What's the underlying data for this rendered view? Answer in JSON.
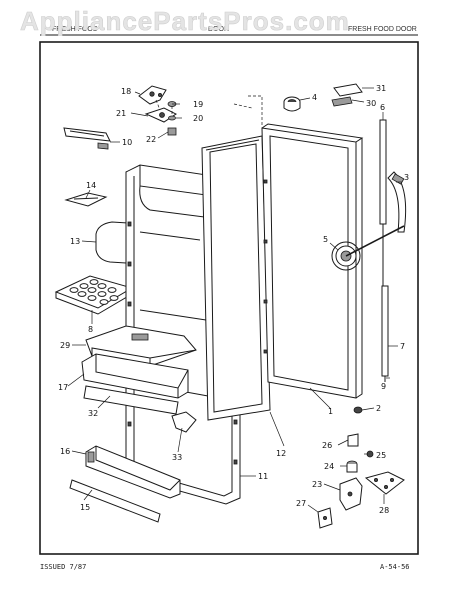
{
  "watermark": "AppliancePartsPros.com",
  "header": {
    "left": "FRESH FOOD",
    "center": "DOOR",
    "right": "FRESH FOOD DOOR"
  },
  "footer": {
    "issued": "ISSUED 7/87",
    "code": "A-54-56"
  },
  "callouts": {
    "c1": "1",
    "c2": "2",
    "c3": "3",
    "c4": "4",
    "c5": "5",
    "c6": "6",
    "c7": "7",
    "c8": "8",
    "c9": "9",
    "c10": "10",
    "c11": "11",
    "c12": "12",
    "c13": "13",
    "c14": "14",
    "c15": "15",
    "c16": "16",
    "c17": "17",
    "c18": "18",
    "c19": "19",
    "c20": "20",
    "c21": "21",
    "c22": "22",
    "c23": "23",
    "c24": "24",
    "c25": "25",
    "c26": "26",
    "c27": "27",
    "c28": "28",
    "c29": "29",
    "c30": "30",
    "c31": "31",
    "c32": "32",
    "c33": "33"
  }
}
